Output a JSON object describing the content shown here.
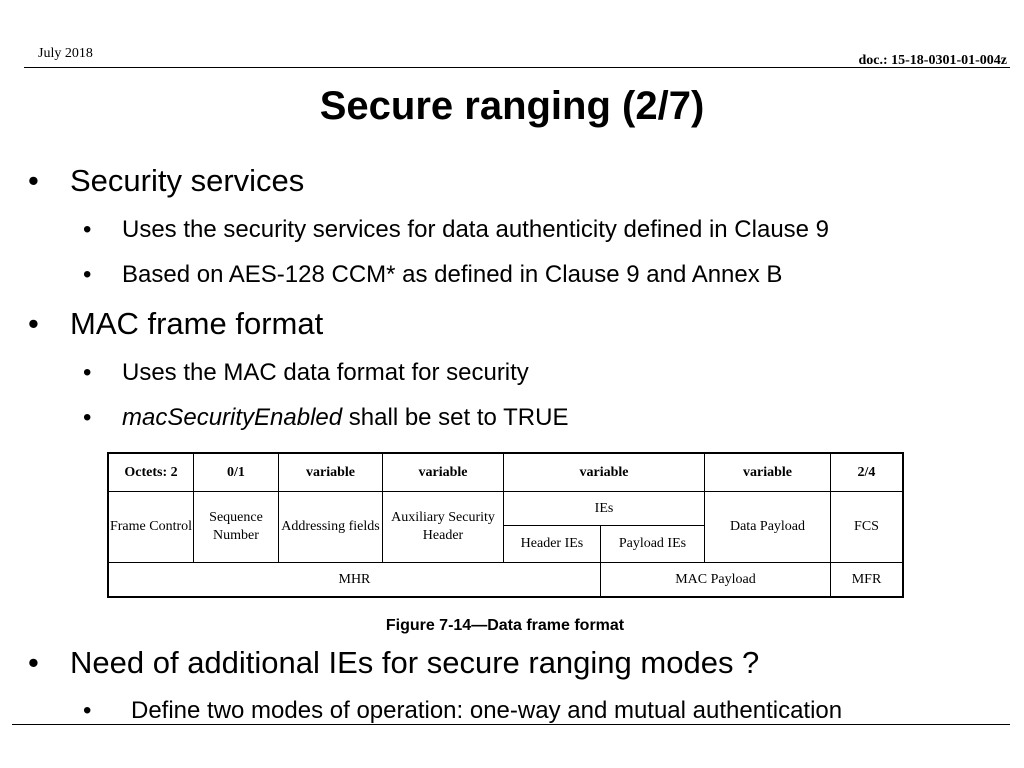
{
  "header": {
    "date": "July 2018",
    "doc": "doc.: 15-18-0301-01-004z"
  },
  "title": "Secure ranging (2/7)",
  "sections": [
    {
      "bullet": "Security services",
      "subs": [
        "Uses the security services for data authenticity defined in Clause 9",
        "Based on AES-128 CCM* as defined in Clause 9 and Annex B"
      ]
    },
    {
      "bullet": "MAC frame format",
      "subs": [
        "Uses the MAC data format for security"
      ],
      "sub_italic_term": "macSecurityEnabled",
      "sub_rest": " shall be set to TRUE"
    },
    {
      "bullet": "Need of additional IEs for secure ranging modes ?",
      "subs": [
        "Define two modes of operation: one-way and mutual authentication"
      ]
    }
  ],
  "frame_table": {
    "octets": [
      "Octets: 2",
      "0/1",
      "variable",
      "variable",
      "variable",
      "variable",
      "2/4"
    ],
    "fields": [
      "Frame Control",
      "Sequence Number",
      "Addressing fields",
      "Auxiliary Security Header",
      "IEs",
      "Data Payload",
      "FCS"
    ],
    "ie_subfields": [
      "Header IEs",
      "Payload IEs"
    ],
    "groups": [
      "MHR",
      "MAC Payload",
      "MFR"
    ]
  },
  "caption": "Figure 7-14—Data frame format"
}
